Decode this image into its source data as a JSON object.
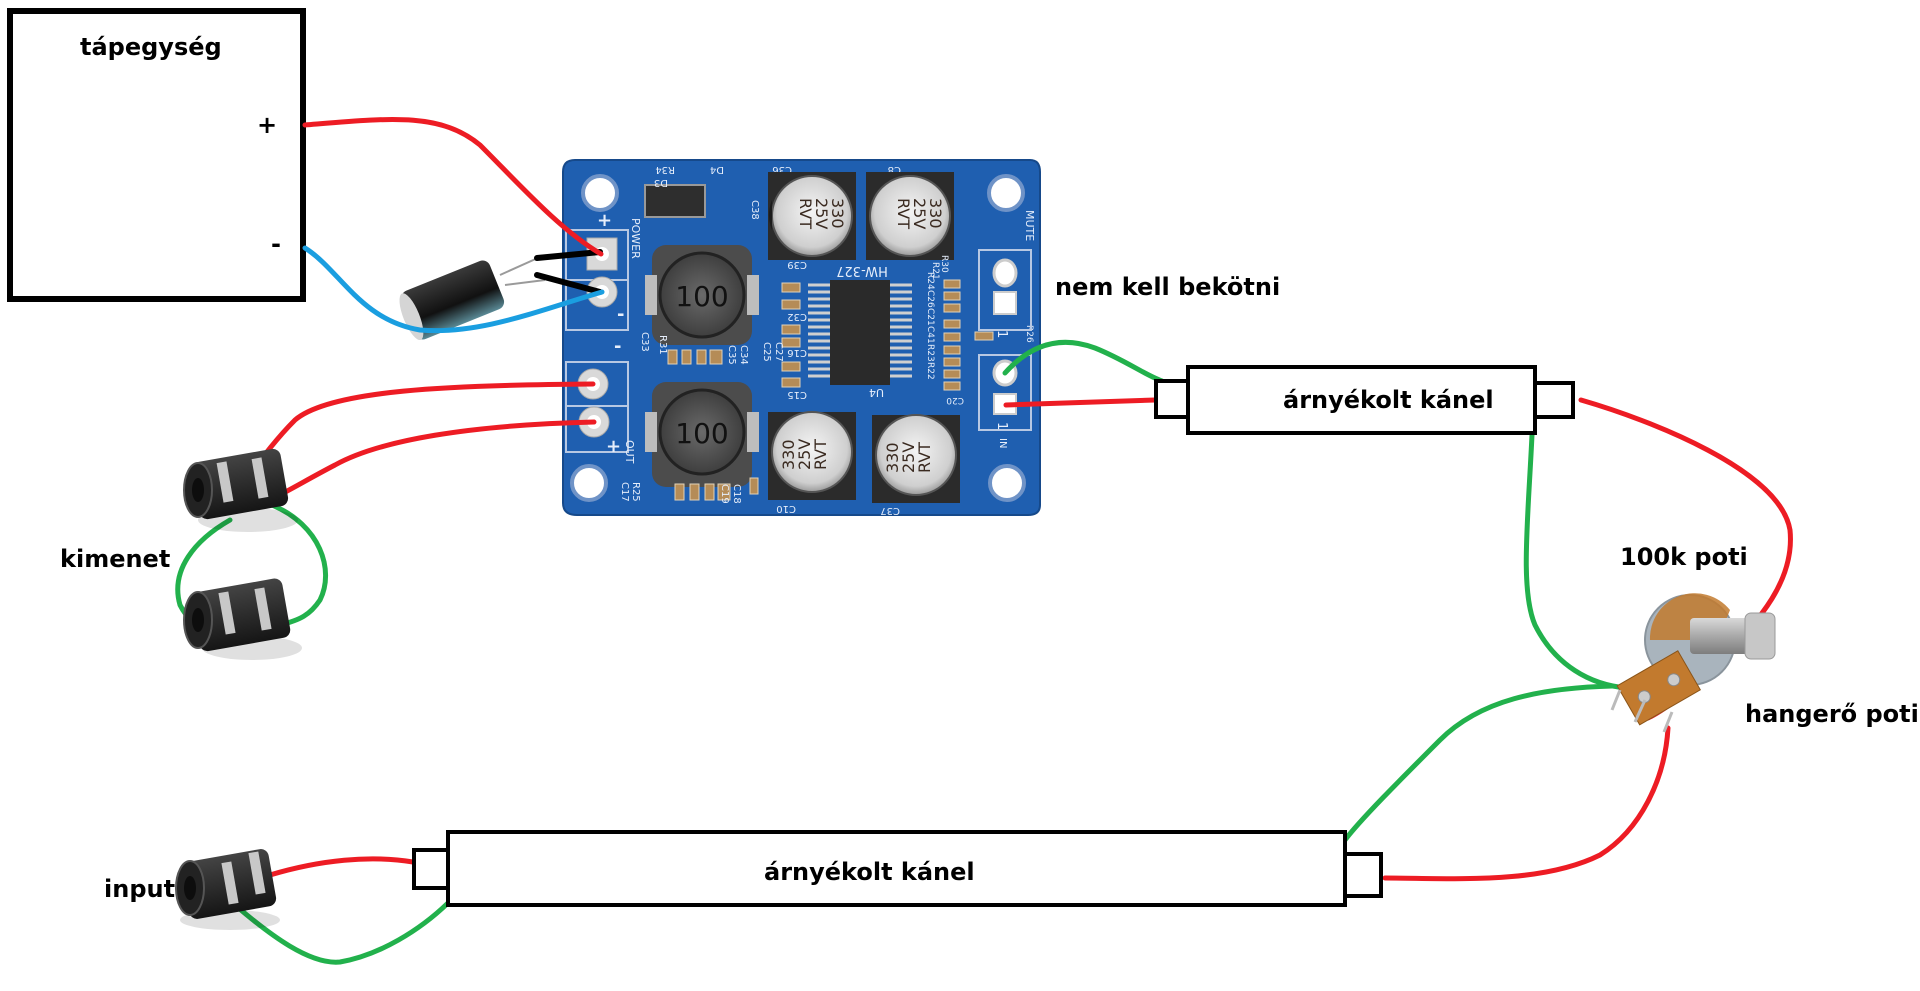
{
  "title": "TPA3118 (HW-327) mono amplifier wiring diagram",
  "power_supply": {
    "label": "tápegység",
    "plus_label": "+",
    "minus_label": "-"
  },
  "board": {
    "model": "HW-327",
    "chip": "U4",
    "inductor_label": "100",
    "capacitor_value": "330",
    "capacitor_voltage": "25V",
    "capacitor_series": "RVT",
    "silkscreen": {
      "power": "POWER",
      "out": "OUT",
      "mute": "MUTE",
      "in": "IN",
      "plus": "+",
      "minus": "-",
      "pin1": "1",
      "parts_top": [
        "R34",
        "D4",
        "C36",
        "C8",
        "D3",
        "C38"
      ],
      "parts_mid": [
        "C39",
        "C32",
        "C16",
        "C15",
        "C33",
        "R31",
        "C35",
        "C34",
        "C25",
        "C27"
      ],
      "parts_right": [
        "R30",
        "R21",
        "R24",
        "C26",
        "C21",
        "C41",
        "R23",
        "R22",
        "R26",
        "C20"
      ],
      "parts_bottom": [
        "R25",
        "C17",
        "C19",
        "C18",
        "C11",
        "C10",
        "C37"
      ]
    }
  },
  "labels": {
    "not_connected": "nem kell bekötni",
    "shielded_cable_top": "árnyékolt kánel",
    "shielded_cable_bottom": "árnyékolt kánel",
    "output": "kimenet",
    "pot_value": "100k poti",
    "pot_function": "hangerő poti",
    "input": "input"
  },
  "wire_colors": {
    "positive_signal": "#ed1c24",
    "ground": "#22b14c",
    "negative_supply": "#1a9ee0",
    "capacitor_leads": "#000000"
  },
  "connections": [
    {
      "from": "tápegység +",
      "to": "board POWER +",
      "color": "red"
    },
    {
      "from": "tápegység -",
      "to": "board POWER -",
      "color": "blue"
    },
    {
      "from": "capacitor",
      "to": "board POWER + / -",
      "color": "black"
    },
    {
      "from": "board OUT +",
      "to": "kimenet jack 1",
      "color": "red"
    },
    {
      "from": "board OUT -",
      "to": "kimenet jack 1",
      "color": "red"
    },
    {
      "from": "kimenet jack 1",
      "to": "kimenet jack 2",
      "color": "green"
    },
    {
      "from": "board IN",
      "to": "árnyékolt kánel (top)",
      "color": "green/red"
    },
    {
      "from": "árnyékolt kánel (top)",
      "to": "100k poti",
      "color": "green/red"
    },
    {
      "from": "100k poti",
      "to": "árnyékolt kánel (bottom)",
      "color": "green/red"
    },
    {
      "from": "árnyékolt kánel (bottom)",
      "to": "input jack",
      "color": "green/red"
    }
  ]
}
